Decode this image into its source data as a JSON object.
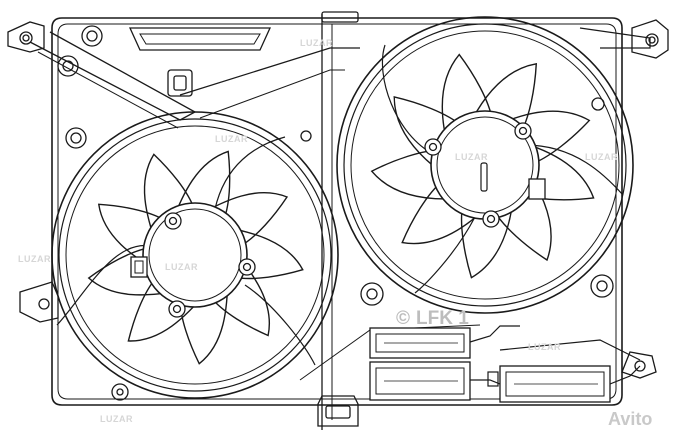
{
  "drawing": {
    "subject": "",
    "fans": [
      {
        "id": "left-fan",
        "blades": 9
      },
      {
        "id": "right-fan",
        "blades": 9
      }
    ]
  },
  "watermarks": {
    "brand": "LUZAR",
    "copy_sign": "©",
    "part_number": "LFK 1",
    "marketplace": "Avito"
  },
  "colors": {
    "line": "#1a1a1a",
    "watermark": "#cfcfcf",
    "background": "#ffffff"
  }
}
